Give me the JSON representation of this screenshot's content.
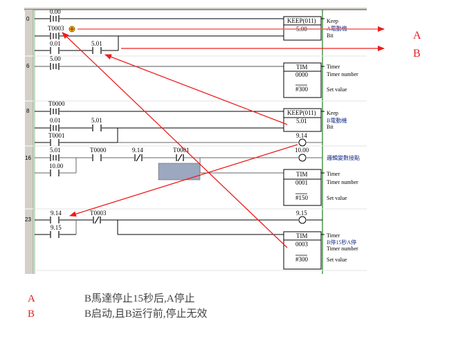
{
  "rungs": [
    {
      "number": "0",
      "contacts": [
        {
          "address": "0.00",
          "type": "rising-edge"
        },
        {
          "address": "T0003",
          "type": "rising-edge"
        },
        {
          "address": "0.01",
          "type": "no"
        },
        {
          "address": "5.01",
          "type": "no"
        }
      ],
      "instruction": {
        "name": "KEEP(011)",
        "operand": "5.00"
      },
      "comments": [
        "Keep",
        "A電動機",
        "Bit"
      ]
    },
    {
      "number": "6",
      "contacts": [
        {
          "address": "5.00",
          "type": "rising-edge"
        }
      ],
      "instruction": {
        "name": "TIM",
        "operand": "0000",
        "set_value": "#300"
      },
      "comments": [
        "Timer",
        "Timer number",
        "Set value"
      ]
    },
    {
      "number": "8",
      "contacts": [
        {
          "address": "T0000",
          "type": "rising-edge"
        },
        {
          "address": "0.01",
          "type": "rising-edge"
        },
        {
          "address": "5.01",
          "type": "no"
        },
        {
          "address": "T0001",
          "type": "no"
        }
      ],
      "instruction": {
        "name": "KEEP(011)",
        "operand": "5.01"
      },
      "comments": [
        "Keep",
        "B電動機",
        "Bit"
      ]
    },
    {
      "number": "16",
      "contacts": [
        {
          "address": "5.01",
          "type": "rising-edge"
        },
        {
          "address": "T0000",
          "type": "no"
        },
        {
          "address": "9.14",
          "type": "nc-edge"
        },
        {
          "address": "T0001",
          "type": "nc"
        },
        {
          "address": "10.00",
          "type": "no"
        }
      ],
      "coils": [
        {
          "address": "9.14"
        },
        {
          "address": "10.00",
          "comment": "邏輯變數接點"
        }
      ],
      "instruction": {
        "name": "TIM",
        "operand": "0001",
        "set_value": "#150"
      },
      "comments": [
        "Timer",
        "Timer number",
        "Set value"
      ]
    },
    {
      "number": "23",
      "contacts": [
        {
          "address": "9.14",
          "type": "no"
        },
        {
          "address": "9.15",
          "type": "no"
        },
        {
          "address": "T0003",
          "type": "nc"
        }
      ],
      "coils": [
        {
          "address": "9.15"
        }
      ],
      "instruction": {
        "name": "TIM",
        "operand": "0003",
        "set_value": "#300"
      },
      "comments": [
        "Timer",
        "B停15秒A停",
        "Timer number",
        "Set value"
      ]
    }
  ],
  "annotations": {
    "arrow_labels": [
      "A",
      "B"
    ],
    "notes": [
      {
        "key": "A",
        "text": "B馬達停止15秒后,A停止"
      },
      {
        "key": "B",
        "text": "B启动,且B运行前,停止无效"
      }
    ]
  },
  "colors": {
    "annotation_red": "#ee1c1c",
    "power_rail_green": "#1f7a1f",
    "selection_fill": "#9ca7c0"
  }
}
